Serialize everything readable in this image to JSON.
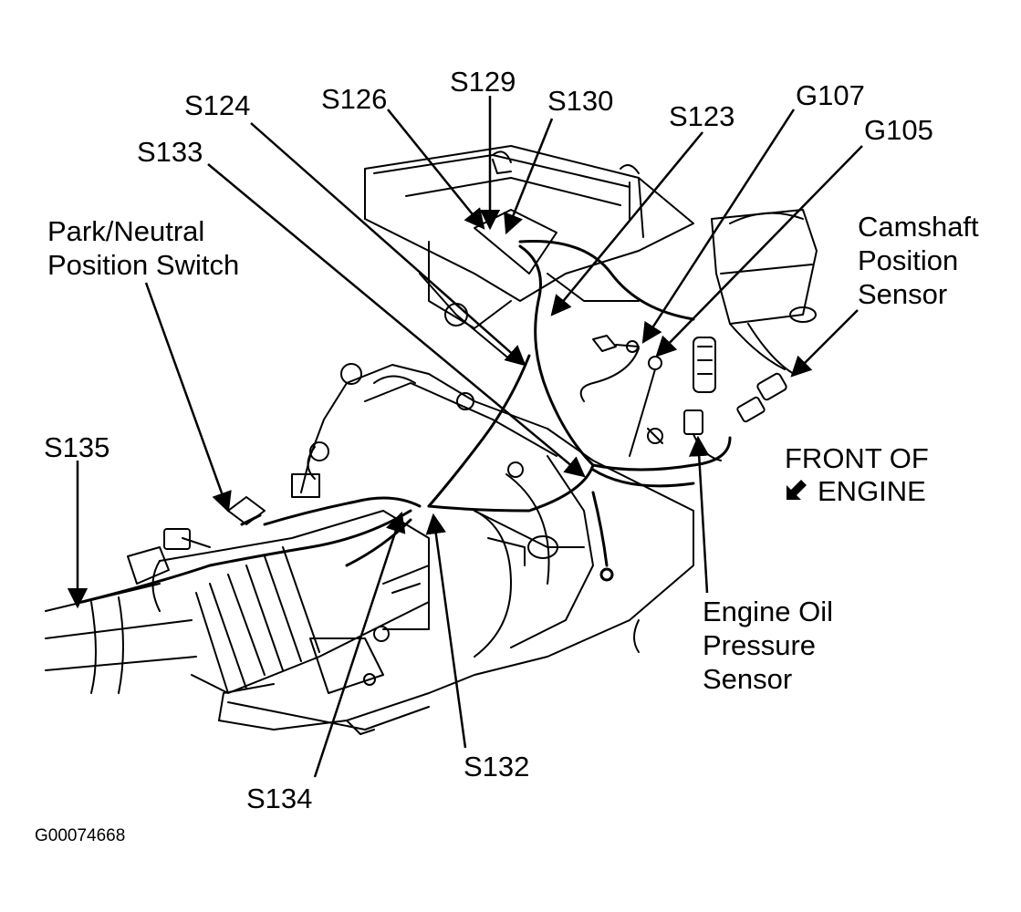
{
  "labels": {
    "s124": "S124",
    "s126": "S126",
    "s129": "S129",
    "s130": "S130",
    "s123": "S123",
    "g107": "G107",
    "g105": "G105",
    "s133": "S133",
    "park_neutral": "Park/Neutral\nPosition Switch",
    "camshaft": "Camshaft\nPosition\nSensor",
    "s135": "S135",
    "front_of_engine_line1": "FRONT OF",
    "front_of_engine_line2": "ENGINE",
    "engine_oil": "Engine Oil\nPressure\nSensor",
    "s132": "S132",
    "s134": "S134",
    "figure_id": "G00074668"
  },
  "icons": {
    "front_arrow": "arrow-down-left-icon"
  }
}
